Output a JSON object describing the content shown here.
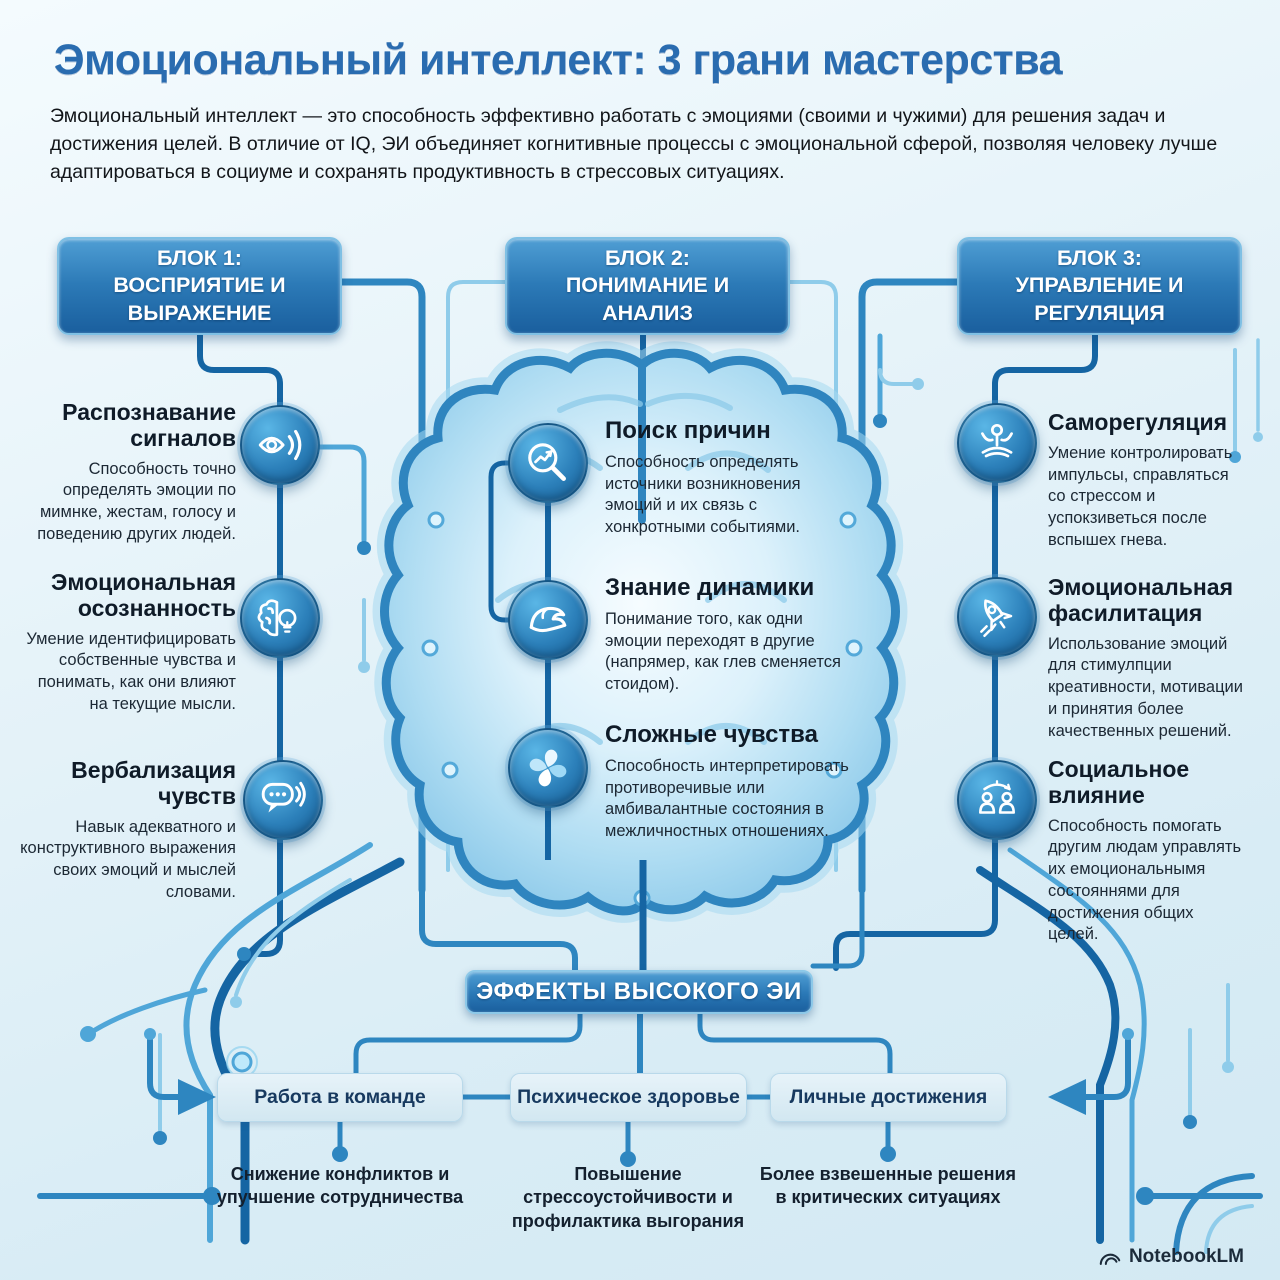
{
  "title": "Эмоциональный интеллект: 3 грани мастерства",
  "intro": "Эмоциональный интеллект — это способность эффективно работать с эмоциями (своими и чужими) для решения задач и достижения целей. В отличие от IQ, ЭИ объединяет когнитивные процессы с эмоциональной сферой, позволяя человеку лучше адаптироваться в социуме и сохранять продуктивность в стрессовых ситуациях.",
  "blocks": [
    {
      "kicker": "БЛОК 1:",
      "title": "ВОСПРИЯТИЕ И ВЫРАЖЕНИЕ"
    },
    {
      "kicker": "БЛОК 2:",
      "title": "ПОНИМАНИЕ И АНАЛИЗ"
    },
    {
      "kicker": "БЛОК 3:",
      "title": "УПРАВЛЕНИЕ И РЕГУЛЯЦИЯ"
    }
  ],
  "left_column": {
    "items": [
      {
        "icon": "eye-signal-icon",
        "title": "Распознавание сигналов",
        "body": "Способность точно определять эмоции по мимнке, жестам, голосу и поведению других людей."
      },
      {
        "icon": "brain-bulb-icon",
        "title": "Эмоциональная осознанность",
        "body": "Умение идентифицировать собственные чувства и понимать, как они влияют на текущие мысли."
      },
      {
        "icon": "speech-bubble-icon",
        "title": "Вербализация чувств",
        "body": "Навык адекватного и конструктивного выражения своих эмоций и мыслей словами."
      }
    ]
  },
  "center_column": {
    "items": [
      {
        "icon": "magnifier-chart-icon",
        "title": "Поиск причин",
        "body": "Способность определять источники возникновения эмоций и их связь с хонкротными событиями."
      },
      {
        "icon": "wave-icon",
        "title": "Знание динамики",
        "body": "Понимание того, как одни эмоции переходят в другие (напрямер, как глев сменяется стоидом)."
      },
      {
        "icon": "petals-icon",
        "title": "Сложные чувства",
        "body": "Способность интерпретировать противоречивые или амбивалантные состояния в межличностных отношениях."
      }
    ]
  },
  "right_column": {
    "items": [
      {
        "icon": "meditation-icon",
        "title": "Саморегуляция",
        "body": "Умение контролировать импульсы, справляться со стрессом и успокзиветься после вспышех гнева."
      },
      {
        "icon": "rocket-icon",
        "title": "Эмоциональная фасилитация",
        "body": "Использование эмоций для стимулпции креативности, мотивации и принятия более качественных решений."
      },
      {
        "icon": "social-influence-icon",
        "title": "Социальное влияние",
        "body": "Способность помогать другим людам управлять их емоциональнымя состояннями для достижения общих целей."
      }
    ]
  },
  "effects": {
    "banner": "ЭФФЕКТЫ ВЫСОКОГО ЭИ",
    "boxes": [
      "Работа в команде",
      "Психическое здоровье",
      "Личные достижения"
    ],
    "captions": [
      "Снижение конфликтов и упучшение сотрудничества",
      "Повышение стрессоустойчивости и профилактика выгорания",
      "Более взвешенные решения в критических ситуациях"
    ]
  },
  "watermark": "NotebookLM",
  "colors": {
    "background": "#e6f3f9",
    "title_blue": "#2a6cb0",
    "circuit_dark": "#1565a3",
    "circuit_mid": "#2e86c0",
    "circuit_light": "#4fa6d8",
    "circuit_pale": "#8fccea",
    "header_top": "#4f9ed4",
    "header_bottom": "#1a5f9e",
    "effect_box_bg": "#d8eaf3",
    "text_dark": "#14202e"
  }
}
